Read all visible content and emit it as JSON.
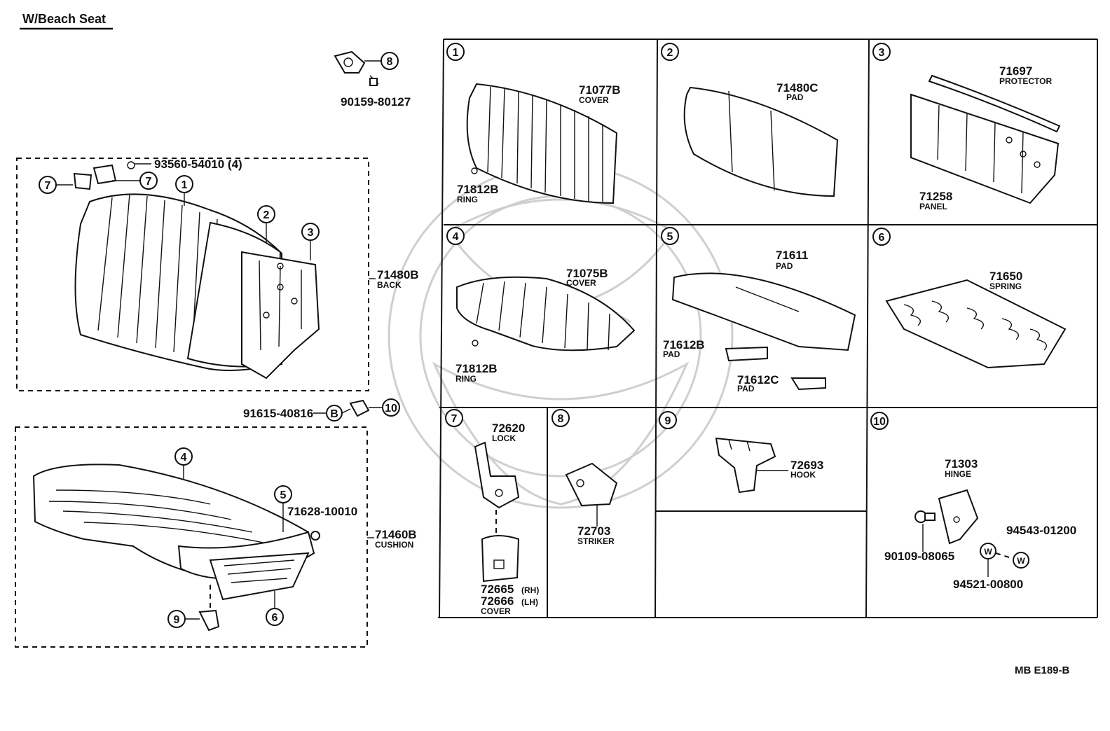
{
  "header": {
    "title": "W/Beach Seat"
  },
  "footer": {
    "code": "MB  E189-B"
  },
  "overview": {
    "parts": {
      "p90159": "90159-80127",
      "p93560": "93560-54010 (4)",
      "p71480B": "71480B",
      "p71480B_name": "BACK",
      "p91615": "91615-40816",
      "p71628": "71628-10010",
      "p71460B": "71460B",
      "p71460B_name": "CUSHION"
    },
    "callouts": {
      "c1": "1",
      "c2": "2",
      "c3": "3",
      "c4": "4",
      "c5": "5",
      "c6": "6",
      "c7a": "7",
      "c7b": "7",
      "c8": "8",
      "c9": "9",
      "c10": "10",
      "cB": "B"
    }
  },
  "cells": {
    "c1": {
      "num": "1",
      "p1": "71077B",
      "n1": "COVER",
      "p2": "71812B",
      "n2": "RING"
    },
    "c2": {
      "num": "2",
      "p1": "71480C",
      "n1": "PAD"
    },
    "c3": {
      "num": "3",
      "p1": "71697",
      "n1": "PROTECTOR",
      "p2": "71258",
      "n2": "PANEL"
    },
    "c4": {
      "num": "4",
      "p1": "71075B",
      "n1": "COVER",
      "p2": "71812B",
      "n2": "RING"
    },
    "c5": {
      "num": "5",
      "p1": "71611",
      "n1": "PAD",
      "p2": "71612B",
      "n2": "PAD",
      "p3": "71612C",
      "n3": "PAD"
    },
    "c6": {
      "num": "6",
      "p1": "71650",
      "n1": "SPRING"
    },
    "c7": {
      "num": "7",
      "p1": "72620",
      "n1": "LOCK",
      "p2": "72665",
      "s2": "(RH)",
      "p3": "72666",
      "s3": "(LH)",
      "n3": "COVER"
    },
    "c8": {
      "num": "8",
      "p1": "72703",
      "n1": "STRIKER"
    },
    "c9": {
      "num": "9",
      "p1": "72693",
      "n1": "HOOK"
    },
    "c10": {
      "num": "10",
      "p1": "71303",
      "n1": "HINGE",
      "p2": "90109-08065",
      "p3": "94543-01200",
      "p4": "94521-00800",
      "w": "W"
    }
  }
}
